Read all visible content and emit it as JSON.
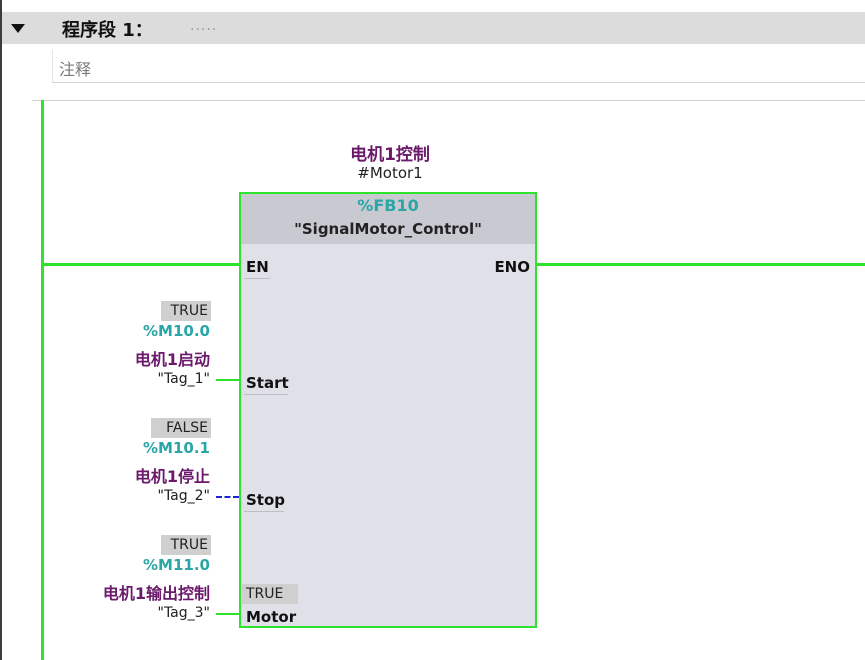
{
  "segment": {
    "title": "程序段 1：",
    "title_placeholder": ".....",
    "comment": "注释"
  },
  "block": {
    "instance_name": "电机1控制",
    "instance_db": "#Motor1",
    "fb_number": "%FB10",
    "fb_type": "\"SignalMotor_Control\"",
    "pins": {
      "en": "EN",
      "eno": "ENO",
      "start": "Start",
      "stop": "Stop",
      "motor": "Motor"
    }
  },
  "inputs": [
    {
      "value": "TRUE",
      "address": "%M10.0",
      "symbol": "电机1启动",
      "tag": "\"Tag_1\""
    },
    {
      "value": "FALSE",
      "address": "%M10.1",
      "symbol": "电机1停止",
      "tag": "\"Tag_2\""
    },
    {
      "value": "TRUE",
      "address": "%M11.0",
      "symbol": "电机1输出控制",
      "tag": "\"Tag_3\""
    }
  ],
  "motor_value": "TRUE",
  "colors": {
    "power_flow": "#2ee22e",
    "no_flow": "#1a24d6",
    "symbol": "#6b1a6b",
    "address": "#2aa6a6"
  }
}
